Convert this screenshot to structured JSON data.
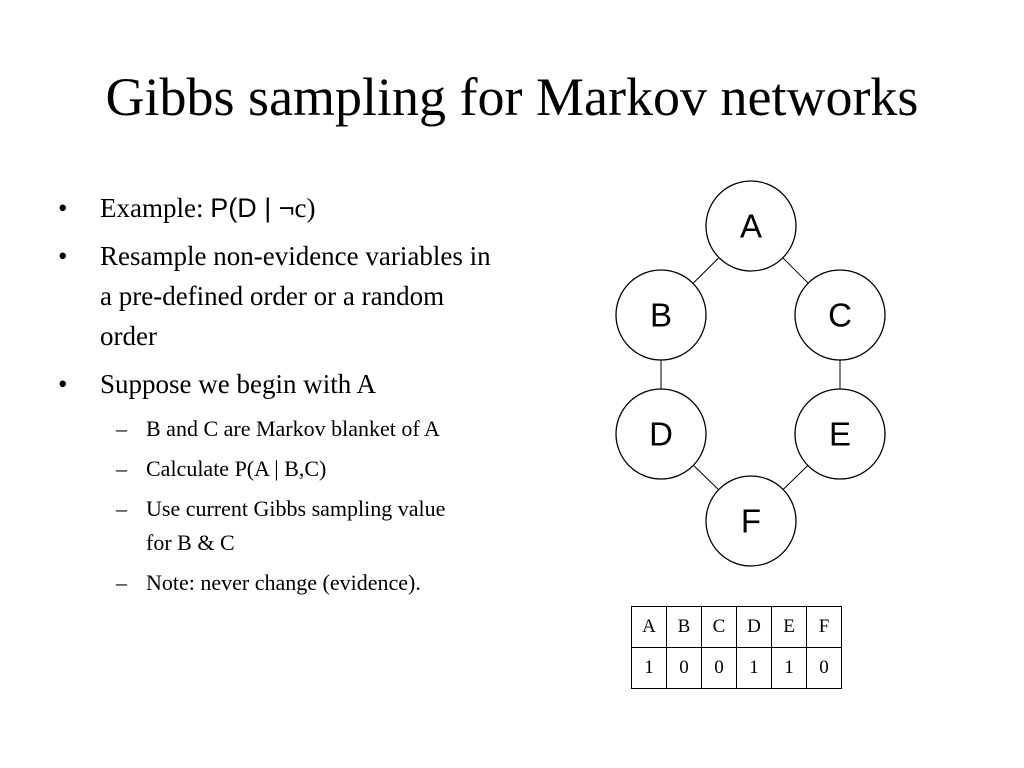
{
  "slide": {
    "title": "Gibbs sampling for Markov networks",
    "bullets": [
      {
        "marker": "•",
        "prefix": "Example: ",
        "formula": "P(D | ¬",
        "suffix": "c)"
      },
      {
        "marker": "•",
        "text": "Resample non-evidence variables in a pre-defined order or a random order"
      },
      {
        "marker": "•",
        "text": "Suppose we begin with A"
      }
    ],
    "sub_bullets": [
      {
        "marker": "–",
        "text": "B and C are Markov blanket of A"
      },
      {
        "marker": "–",
        "text": "Calculate P(A | B,C)"
      },
      {
        "marker": "–",
        "text": "Use current Gibbs sampling value for B & C"
      },
      {
        "marker": "–",
        "text": "Note: never change (evidence)."
      }
    ]
  },
  "graph": {
    "nodes": [
      {
        "id": "A",
        "label": "A"
      },
      {
        "id": "B",
        "label": "B"
      },
      {
        "id": "C",
        "label": "C"
      },
      {
        "id": "D",
        "label": "D"
      },
      {
        "id": "E",
        "label": "E"
      },
      {
        "id": "F",
        "label": "F"
      }
    ],
    "edges": [
      [
        "A",
        "B"
      ],
      [
        "A",
        "C"
      ],
      [
        "B",
        "D"
      ],
      [
        "C",
        "E"
      ],
      [
        "D",
        "F"
      ],
      [
        "E",
        "F"
      ]
    ]
  },
  "table": {
    "headers": [
      "A",
      "B",
      "C",
      "D",
      "E",
      "F"
    ],
    "values": [
      "1",
      "0",
      "0",
      "1",
      "1",
      "0"
    ]
  }
}
